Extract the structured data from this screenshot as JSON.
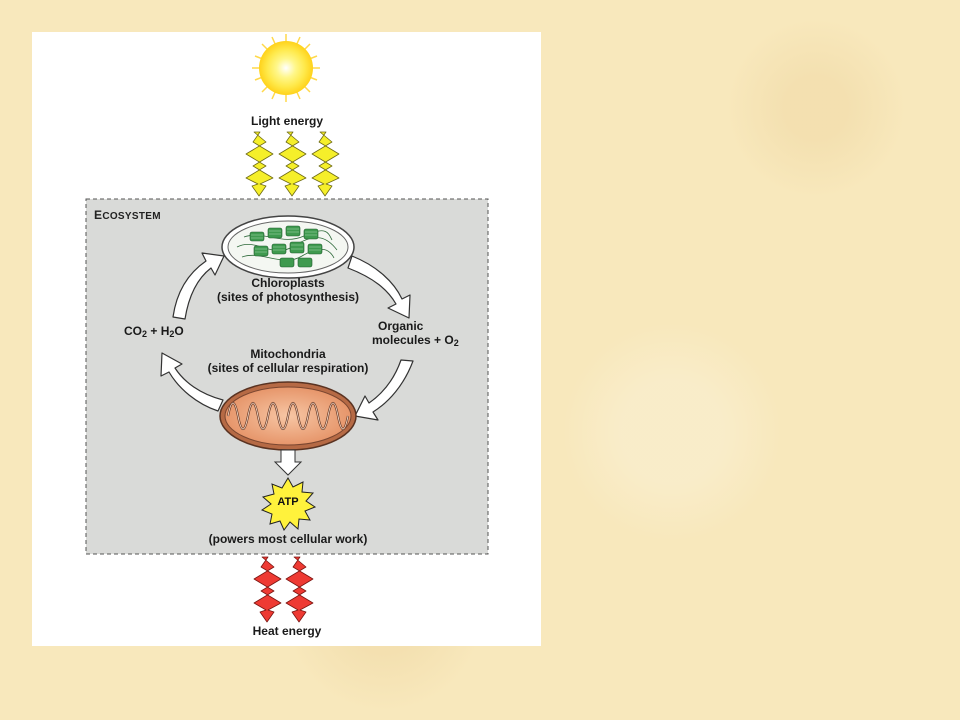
{
  "diagram": {
    "light_energy": "Light energy",
    "ecosystem_first": "E",
    "ecosystem_rest": "COSYSTEM",
    "chloroplasts": "Chloroplasts",
    "chloroplasts_sub": "(sites of photosynthesis)",
    "co2_h2o": {
      "a": "CO",
      "a_sub": "2",
      "b": " + H",
      "b_sub": "2",
      "c": "O"
    },
    "organic": {
      "line1": "Organic",
      "line2": "molecules",
      "plus_o": " + O",
      "o_sub": "2"
    },
    "mitochondria": "Mitochondria",
    "mitochondria_sub": "(sites of cellular respiration)",
    "atp": "ATP",
    "atp_caption": "(powers most cellular work)",
    "heat_energy": "Heat energy"
  },
  "colors": {
    "sun": "#ffe94a",
    "light_bolt": "#f5ef2a",
    "heat_bolt": "#ee3a33",
    "ecosystem_fill": "#d9dad8",
    "chloroplast_green": "#3f9a4f",
    "mitochondria_fill": "#f0ad84"
  }
}
